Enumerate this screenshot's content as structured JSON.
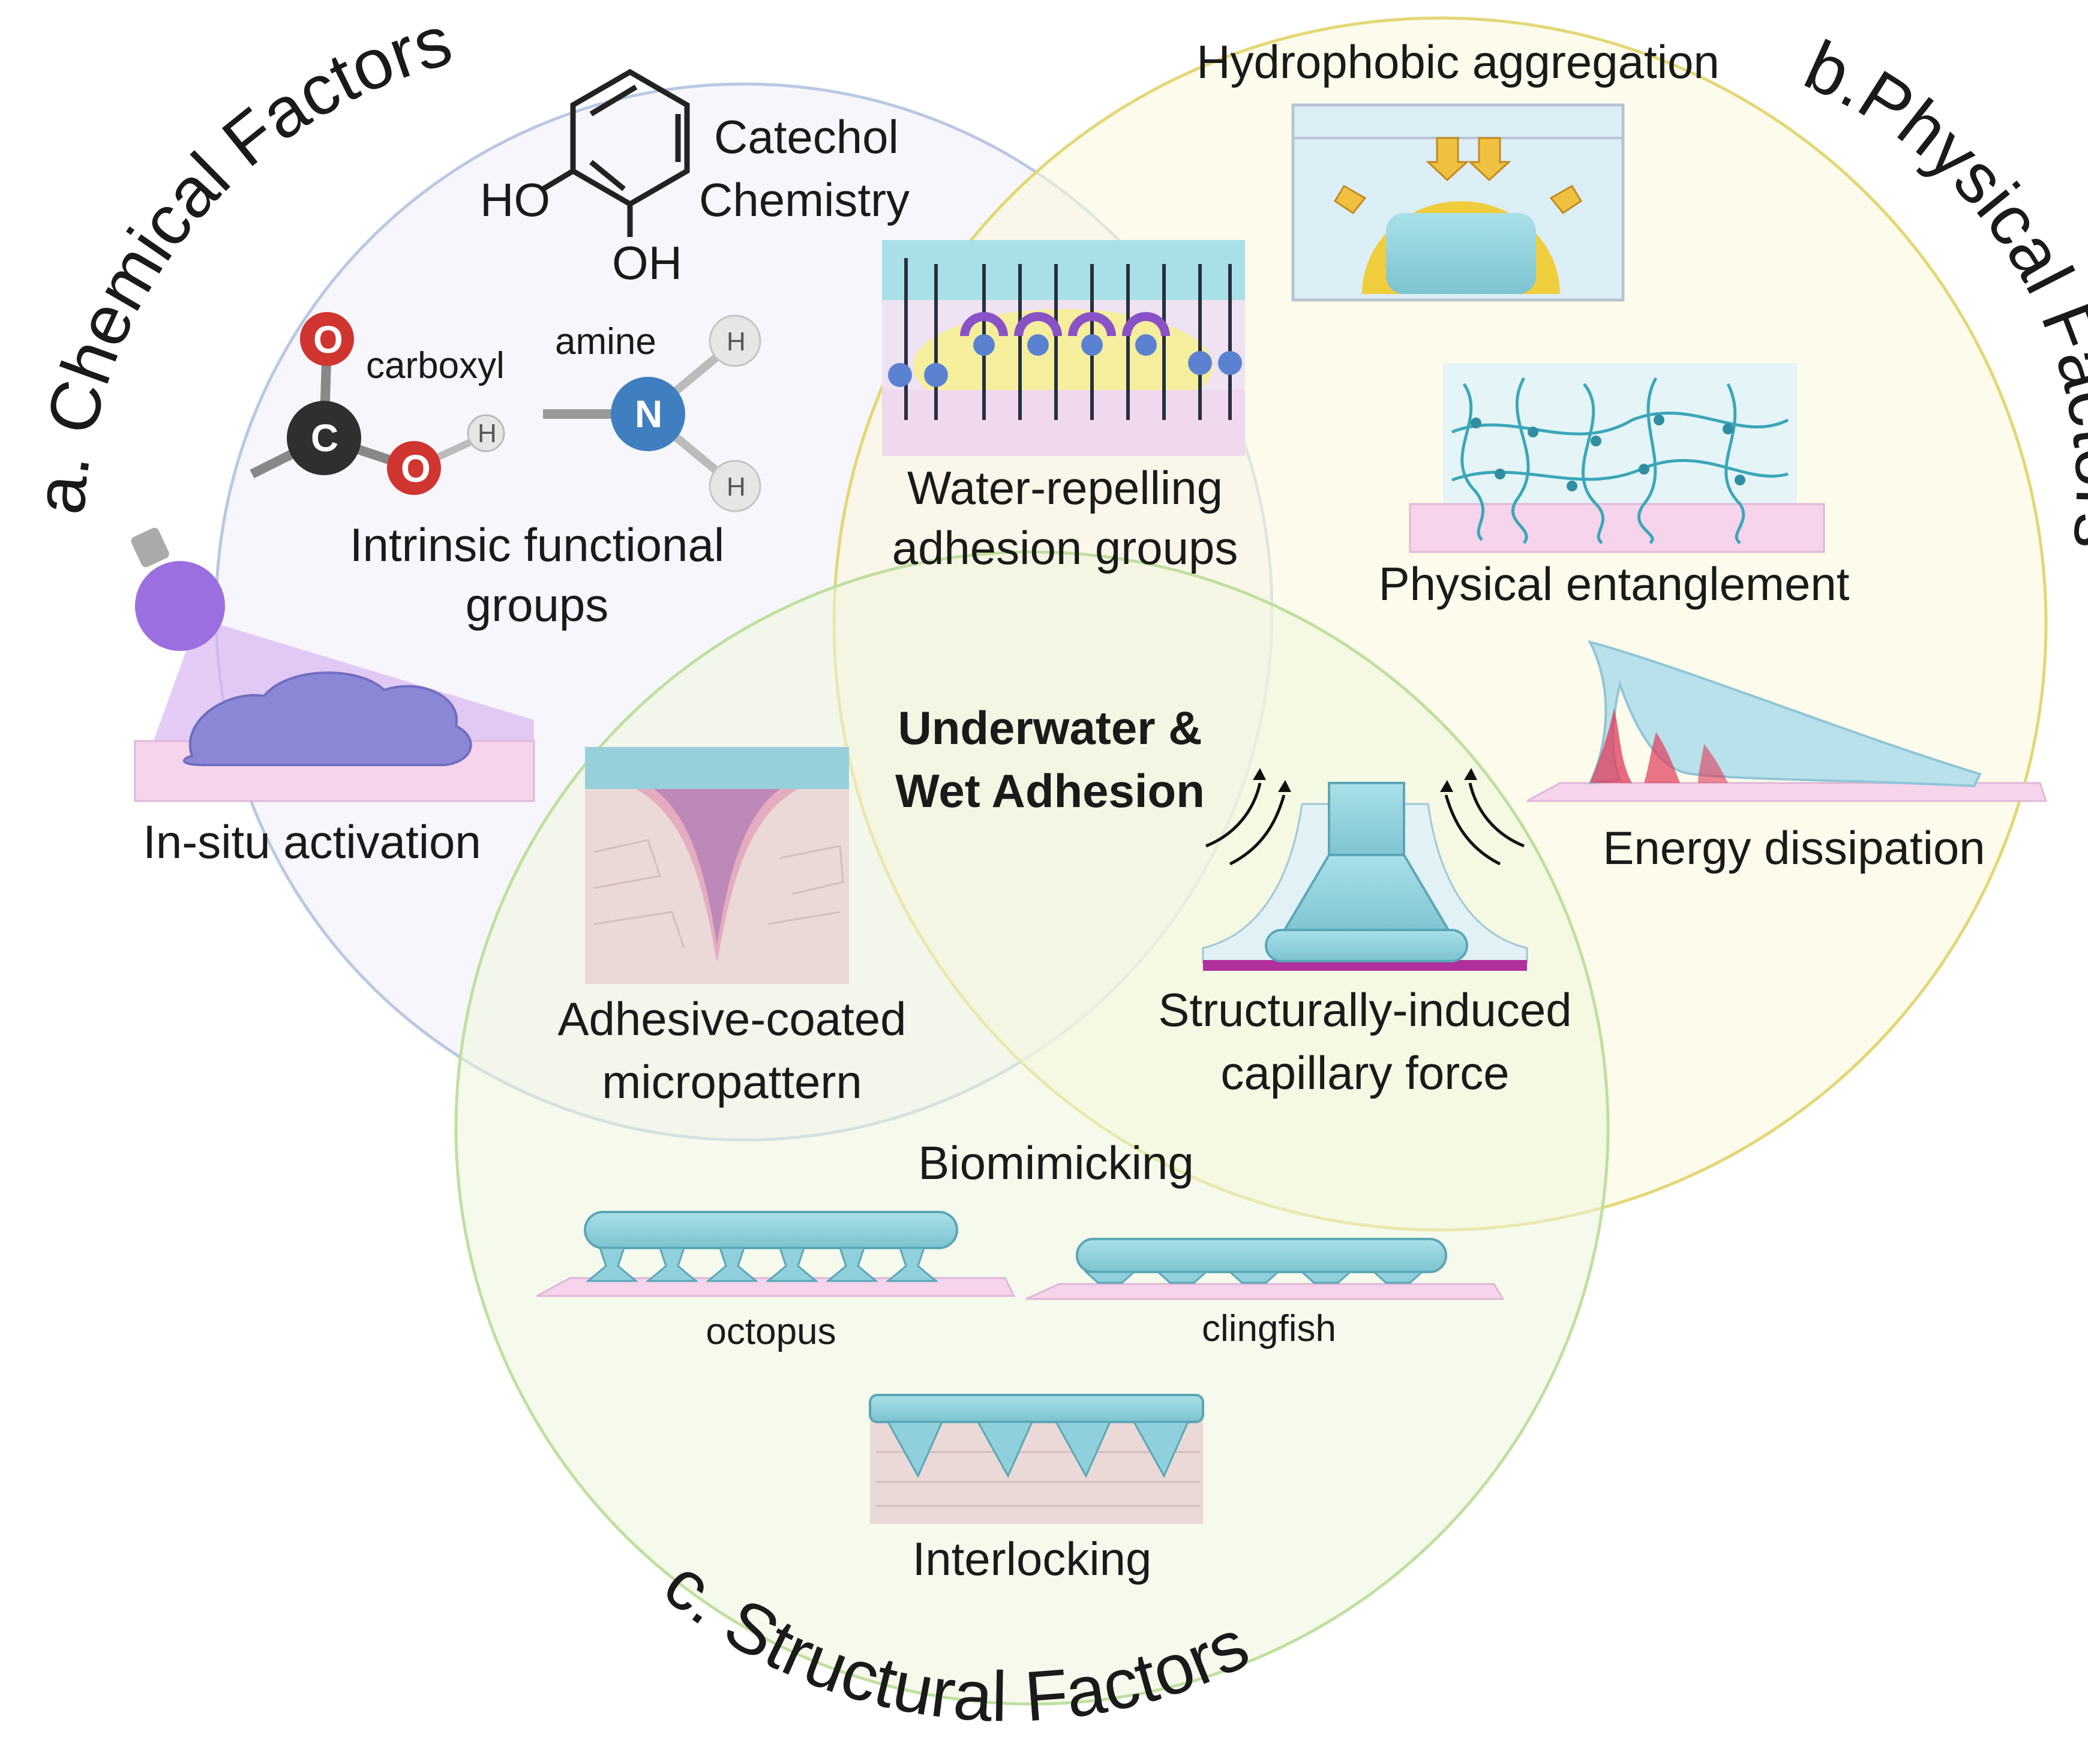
{
  "titles": {
    "chemical": "a. Chemical Factors",
    "physical": "b.Physical Factors",
    "structural": "c. Structural Factors"
  },
  "center": {
    "line1": "Underwater &",
    "line2": "Wet Adhesion"
  },
  "chemical": {
    "catechol_l1": "Catechol",
    "catechol_l2": "Chemistry",
    "ho": "HO",
    "oh": "OH",
    "carboxyl": "carboxyl",
    "amine": "amine",
    "atom_o": "O",
    "atom_c": "C",
    "atom_h": "H",
    "atom_n": "N",
    "intrinsic_l1": "Intrinsic functional",
    "intrinsic_l2": "groups",
    "insitu": "In-situ activation"
  },
  "physical": {
    "hydrophobic": "Hydrophobic aggregation",
    "entanglement": "Physical entanglement",
    "energy": "Energy dissipation"
  },
  "overlap": {
    "water_l1": "Water-repelling",
    "water_l2": "adhesion groups",
    "micro_l1": "Adhesive-coated",
    "micro_l2": "micropattern",
    "capillary_l1": "Structurally-induced",
    "capillary_l2": "capillary force"
  },
  "structural": {
    "biomimicking": "Biomimicking",
    "octopus": "octopus",
    "clingfish": "clingfish",
    "interlocking": "Interlocking"
  },
  "colors": {
    "chemical_fill": "#f6f5fb",
    "chemical_stroke": "#b9c8e2",
    "physical_fill": "#fbf8dd",
    "physical_stroke": "#e3d775",
    "structural_fill": "#eef6dc",
    "structural_stroke": "#bfe0a0",
    "teal": "#8fd0dc",
    "pink": "#f0c9e6",
    "purple": "#9b6fe0"
  }
}
